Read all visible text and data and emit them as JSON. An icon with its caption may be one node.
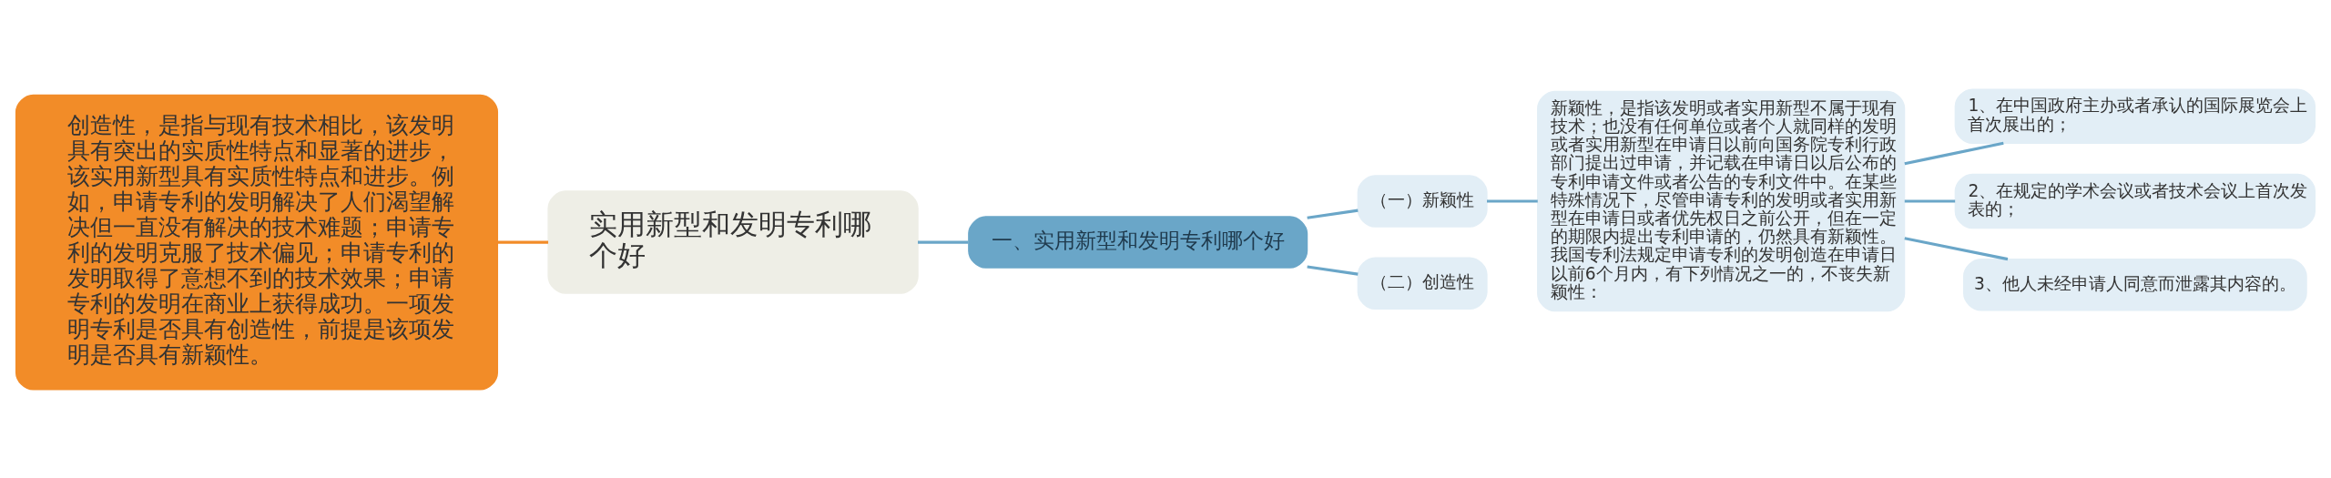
{
  "diagram": {
    "nodes": [
      {
        "text": [
          "创造性，是指与现有技术相比，该发明具有突出的实质性特点和显著的进步，该实用新型具有实质性特点和进步。例如，申请专利的发明解决了人们渴望解决但一直没有解决的技术难题；申请专利的发明克服了技术偏见；申请专利的发明取得了意想不到的技术效果；申请专利的发明在商业上获得成功。一项发明专利是否具有创造性，前提是该项发明是否具有新颖性。"
        ]
      },
      {
        "text": [
          "实用新型和发明专利哪个好"
        ]
      },
      {
        "text": [
          "一、实用新型和发明专利哪个好"
        ]
      },
      {
        "text": [
          "（一）新颖性"
        ]
      },
      {
        "text": [
          "（二）创造性"
        ]
      },
      {
        "text": [
          "新颖性，是指该发明或者实用新型不属于现有技术；也没有任何单位或者个人就同样的发明或者实用新型在申请日以前向国务院专利行政部门提出过申请，并记载在申请日以后公布的专利申请文件或者公告的专利文件中。在某些特殊情况下，尽管申请专利的发明或者实用新型在申请日或者优先权日之前公开，但在一定的期限内提出专利申请的，仍然具有新颖性。我国专利法规定申请专利的发明创造在申请日以前6个月内，有下列情况之一的，不丧失新颖性："
        ]
      },
      {
        "text": [
          "1、在中国政府主办或者承认的国际展览会上首次展出的；"
        ]
      },
      {
        "text": [
          "2、在规定的学术会议或者技术会议上首次发表的；"
        ]
      },
      {
        "text": [
          "3、他人未经申请人同意而泄露其内容的。"
        ]
      }
    ],
    "edges": [
      {
        "from": 0,
        "to": 1,
        "arrow": "none",
        "color": "#f28c28"
      },
      {
        "from": 1,
        "to": 2,
        "arrow": "none"
      },
      {
        "from": 2,
        "to": 3,
        "arrow": "none"
      },
      {
        "from": 2,
        "to": 4,
        "arrow": "none"
      },
      {
        "from": 3,
        "to": 5,
        "arrow": "none"
      },
      {
        "from": 5,
        "to": 6,
        "arrow": "none"
      },
      {
        "from": 5,
        "to": 7,
        "arrow": "none"
      },
      {
        "from": 5,
        "to": 8,
        "arrow": "none"
      }
    ]
  }
}
